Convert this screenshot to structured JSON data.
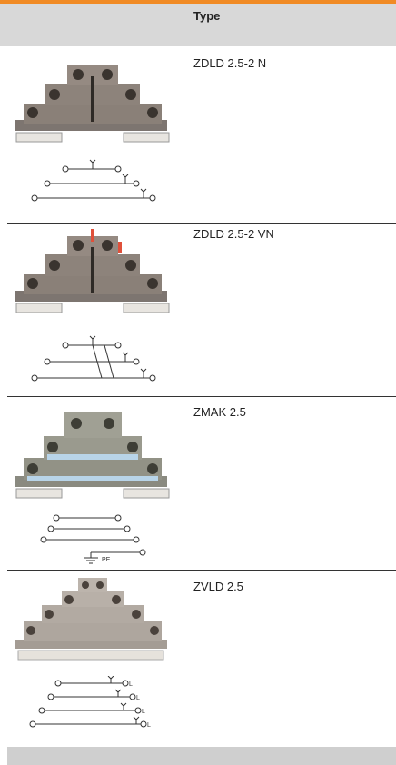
{
  "header": {
    "column_title": "Type"
  },
  "rows": [
    {
      "title": "ZDLD 2.5-2 N"
    },
    {
      "title": "ZDLD 2.5-2 VN"
    },
    {
      "title": "ZMAK 2.5"
    },
    {
      "title": "ZVLD 2.5"
    }
  ],
  "schematic_labels": {
    "pe": "PE",
    "l": "L"
  },
  "colors": {
    "accent": "#f08a24",
    "header_bg": "#d8d8d8",
    "terminal_body": "#8a8078",
    "terminal_dark": "#3a342f"
  }
}
